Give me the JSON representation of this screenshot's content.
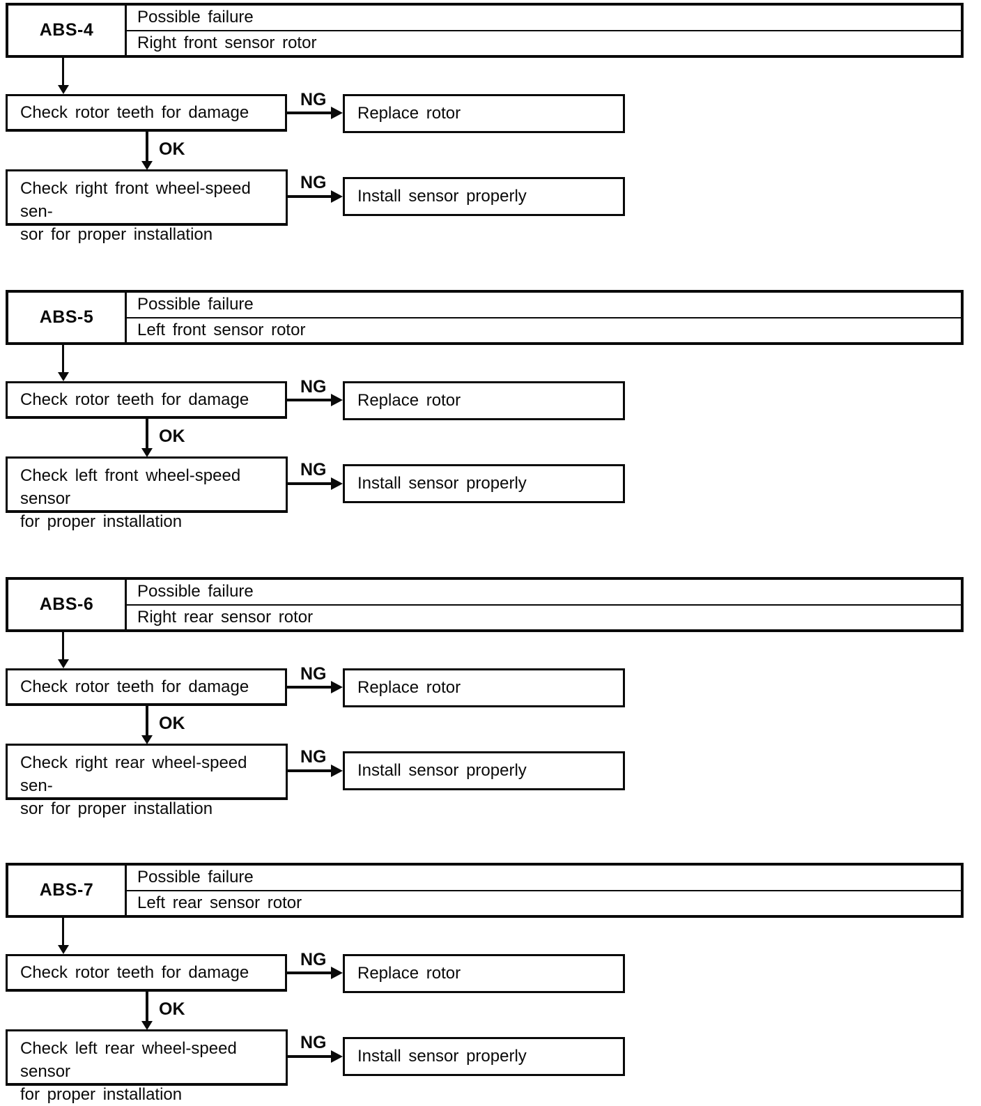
{
  "page": {
    "ink_color": "#0a0a0a",
    "paper_color": "#ffffff"
  },
  "sections": [
    {
      "code": "ABS-4",
      "possible_failure_label": "Possible failure",
      "failure_item": "Right front sensor rotor",
      "check1": "Check rotor teeth for damage",
      "ng1_label": "NG",
      "action1": "Replace rotor",
      "ok_label": "OK",
      "check2": "Check right front wheel-speed sen-\nsor for proper installation",
      "ng2_label": "NG",
      "action2": "Install sensor properly"
    },
    {
      "code": "ABS-5",
      "possible_failure_label": "Possible failure",
      "failure_item": "Left front sensor rotor",
      "check1": "Check rotor teeth for damage",
      "ng1_label": "NG",
      "action1": "Replace rotor",
      "ok_label": "OK",
      "check2": "Check left front wheel-speed sensor\nfor proper installation",
      "ng2_label": "NG",
      "action2": "Install sensor properly"
    },
    {
      "code": "ABS-6",
      "possible_failure_label": "Possible failure",
      "failure_item": "Right rear sensor rotor",
      "check1": "Check rotor teeth for damage",
      "ng1_label": "NG",
      "action1": "Replace rotor",
      "ok_label": "OK",
      "check2": "Check right rear wheel-speed sen-\nsor for proper installation",
      "ng2_label": "NG",
      "action2": "Install sensor properly"
    },
    {
      "code": "ABS-7",
      "possible_failure_label": "Possible failure",
      "failure_item": "Left rear sensor rotor",
      "check1": "Check rotor teeth for damage",
      "ng1_label": "NG",
      "action1": "Replace rotor",
      "ok_label": "OK",
      "check2": "Check left rear wheel-speed sensor\nfor proper installation",
      "ng2_label": "NG",
      "action2": "Install sensor properly"
    }
  ]
}
